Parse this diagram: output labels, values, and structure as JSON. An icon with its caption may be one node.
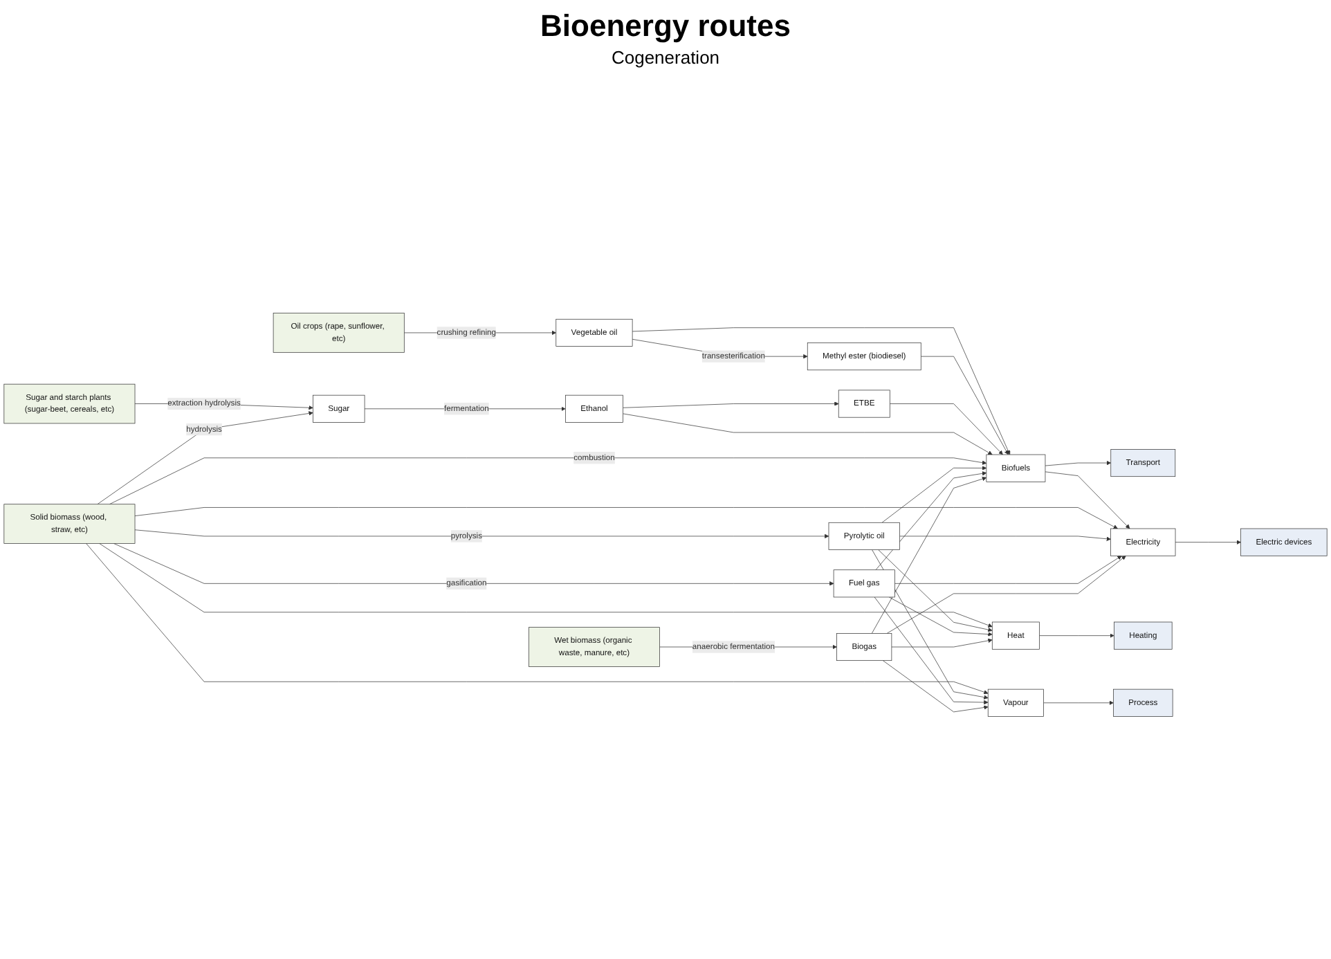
{
  "diagram": {
    "title": "Bioenergy routes",
    "nodes": [
      {
        "text": [
          "Oil crops (rape, sunflower, etc)"
        ]
      },
      {
        "text": [
          "Vegetable oil"
        ]
      },
      {
        "text": [
          "Methyl ester (biodiesel)"
        ]
      },
      {
        "text": [
          "Biofuels"
        ]
      },
      {
        "text": [
          "Transport"
        ]
      },
      {
        "text": [
          "ETBE"
        ]
      },
      {
        "text": [
          "Sugar and starch plants (sugar-beet, cereals, etc)"
        ]
      },
      {
        "text": [
          "Sugar"
        ]
      },
      {
        "text": [
          "Ethanol"
        ]
      },
      {
        "text": [
          "Solid biomass (wood, straw, etc)"
        ]
      },
      {
        "text": [
          "Pyrolytic oil"
        ]
      },
      {
        "text": [
          "Fuel gas"
        ]
      },
      {
        "text": [
          "Wet biomass (organic waste, manure, etc)"
        ]
      },
      {
        "text": [
          "Biogas"
        ]
      },
      {
        "text": [
          "Electricity"
        ]
      },
      {
        "text": [
          "Heat"
        ]
      },
      {
        "text": [
          "Vapour"
        ]
      },
      {
        "text": [
          "Electric devices"
        ]
      },
      {
        "text": [
          "Heating"
        ]
      },
      {
        "text": [
          "Process"
        ]
      }
    ],
    "edges": [
      {
        "from": 0,
        "to": 1,
        "label": "crushing refining",
        "arrow": "to"
      },
      {
        "from": 1,
        "to": 2,
        "label": "transesterification",
        "arrow": "to"
      },
      {
        "from": 1,
        "to": 3,
        "arrow": "to"
      },
      {
        "from": 2,
        "to": 3,
        "arrow": "to"
      },
      {
        "from": 5,
        "to": 3,
        "arrow": "to"
      },
      {
        "from": 8,
        "to": 3,
        "arrow": "to"
      },
      {
        "from": 8,
        "to": 5,
        "arrow": "to"
      },
      {
        "from": 6,
        "to": 7,
        "label": "extraction hydrolysis",
        "arrow": "to"
      },
      {
        "from": 7,
        "to": 8,
        "label": "fermentation",
        "arrow": "to"
      },
      {
        "from": 9,
        "to": 7,
        "label": "hydrolysis",
        "arrow": "to"
      },
      {
        "from": 9,
        "to": 10,
        "label": "pyrolysis",
        "arrow": "to"
      },
      {
        "from": 9,
        "to": 11,
        "label": "gasification",
        "arrow": "to"
      },
      {
        "from": 12,
        "to": 13,
        "label": "anaerobic fermentation",
        "arrow": "to"
      },
      {
        "from": 3,
        "to": 4,
        "arrow": "to"
      },
      {
        "from": 3,
        "to": 14,
        "arrow": "to"
      },
      {
        "from": 9,
        "to": 3,
        "label": "combustion",
        "arrow": "to"
      },
      {
        "from": 9,
        "to": 14,
        "arrow": "to"
      },
      {
        "from": 9,
        "to": 15,
        "arrow": "to"
      },
      {
        "from": 9,
        "to": 16,
        "arrow": "to"
      },
      {
        "from": 10,
        "to": 3,
        "arrow": "to"
      },
      {
        "from": 10,
        "to": 14,
        "arrow": "to"
      },
      {
        "from": 10,
        "to": 15,
        "arrow": "to"
      },
      {
        "from": 10,
        "to": 16,
        "arrow": "to"
      },
      {
        "from": 11,
        "to": 3,
        "arrow": "to"
      },
      {
        "from": 11,
        "to": 14,
        "arrow": "to"
      },
      {
        "from": 11,
        "to": 15,
        "arrow": "to"
      },
      {
        "from": 11,
        "to": 16,
        "arrow": "to"
      },
      {
        "from": 13,
        "to": 3,
        "arrow": "to"
      },
      {
        "from": 13,
        "to": 14,
        "arrow": "to"
      },
      {
        "from": 13,
        "to": 15,
        "arrow": "to"
      },
      {
        "from": 13,
        "to": 16,
        "arrow": "to"
      },
      {
        "from": 14,
        "to": 17,
        "arrow": "to"
      },
      {
        "from": 15,
        "to": 18,
        "arrow": "to"
      },
      {
        "from": 16,
        "to": 19,
        "arrow": "to"
      }
    ],
    "labels": [
      "Cogeneration"
    ]
  }
}
